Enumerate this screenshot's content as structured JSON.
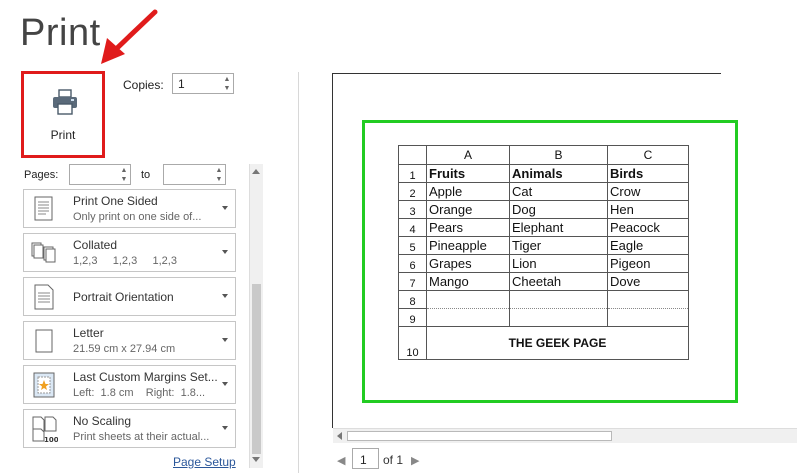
{
  "header": {
    "title": "Print"
  },
  "print_button": {
    "label": "Print",
    "icon": "printer-icon"
  },
  "copies": {
    "label": "Copies:",
    "value": "1"
  },
  "pages": {
    "label": "Pages:",
    "to_label": "to",
    "from_value": "",
    "to_value": ""
  },
  "settings": [
    {
      "line1": "Print One Sided",
      "line2": "Only print on one side of...",
      "icon": "one-sided-page-icon"
    },
    {
      "line1": "Collated",
      "line2": "1,2,3     1,2,3     1,2,3",
      "icon": "collated-pages-icon"
    },
    {
      "line1": "Portrait Orientation",
      "line2": "",
      "icon": "portrait-page-icon"
    },
    {
      "line1": "Letter",
      "line2": "21.59 cm x 27.94 cm",
      "icon": "paper-size-icon"
    },
    {
      "line1": "Last Custom Margins Set...",
      "line2": "Left:  1.8 cm    Right:  1.8...",
      "icon": "margins-icon"
    },
    {
      "line1": "No Scaling",
      "line2": "Print sheets at their actual...",
      "icon": "scaling-icon"
    }
  ],
  "page_setup_link": "Page Setup",
  "preview": {
    "columns": [
      "A",
      "B",
      "C"
    ],
    "rows": [
      {
        "n": "1",
        "cells": [
          "Fruits",
          "Animals",
          "Birds"
        ]
      },
      {
        "n": "2",
        "cells": [
          "Apple",
          "Cat",
          "Crow"
        ]
      },
      {
        "n": "3",
        "cells": [
          "Orange",
          "Dog",
          "Hen"
        ]
      },
      {
        "n": "4",
        "cells": [
          "Pears",
          "Elephant",
          "Peacock"
        ]
      },
      {
        "n": "5",
        "cells": [
          "Pineapple",
          "Tiger",
          "Eagle"
        ]
      },
      {
        "n": "6",
        "cells": [
          "Grapes",
          "Lion",
          "Pigeon"
        ]
      },
      {
        "n": "7",
        "cells": [
          "Mango",
          "Cheetah",
          "Dove"
        ]
      },
      {
        "n": "8",
        "cells": [
          "",
          "",
          ""
        ]
      },
      {
        "n": "9",
        "cells": [
          "",
          "",
          ""
        ]
      }
    ],
    "footer_row": {
      "n": "10",
      "text": "THE GEEK PAGE"
    }
  },
  "navigation": {
    "current_page": "1",
    "of_label": "of 1"
  },
  "colors": {
    "highlight_red": "#e01b1b",
    "highlight_green": "#22cc22",
    "link_blue": "#2b579a"
  }
}
